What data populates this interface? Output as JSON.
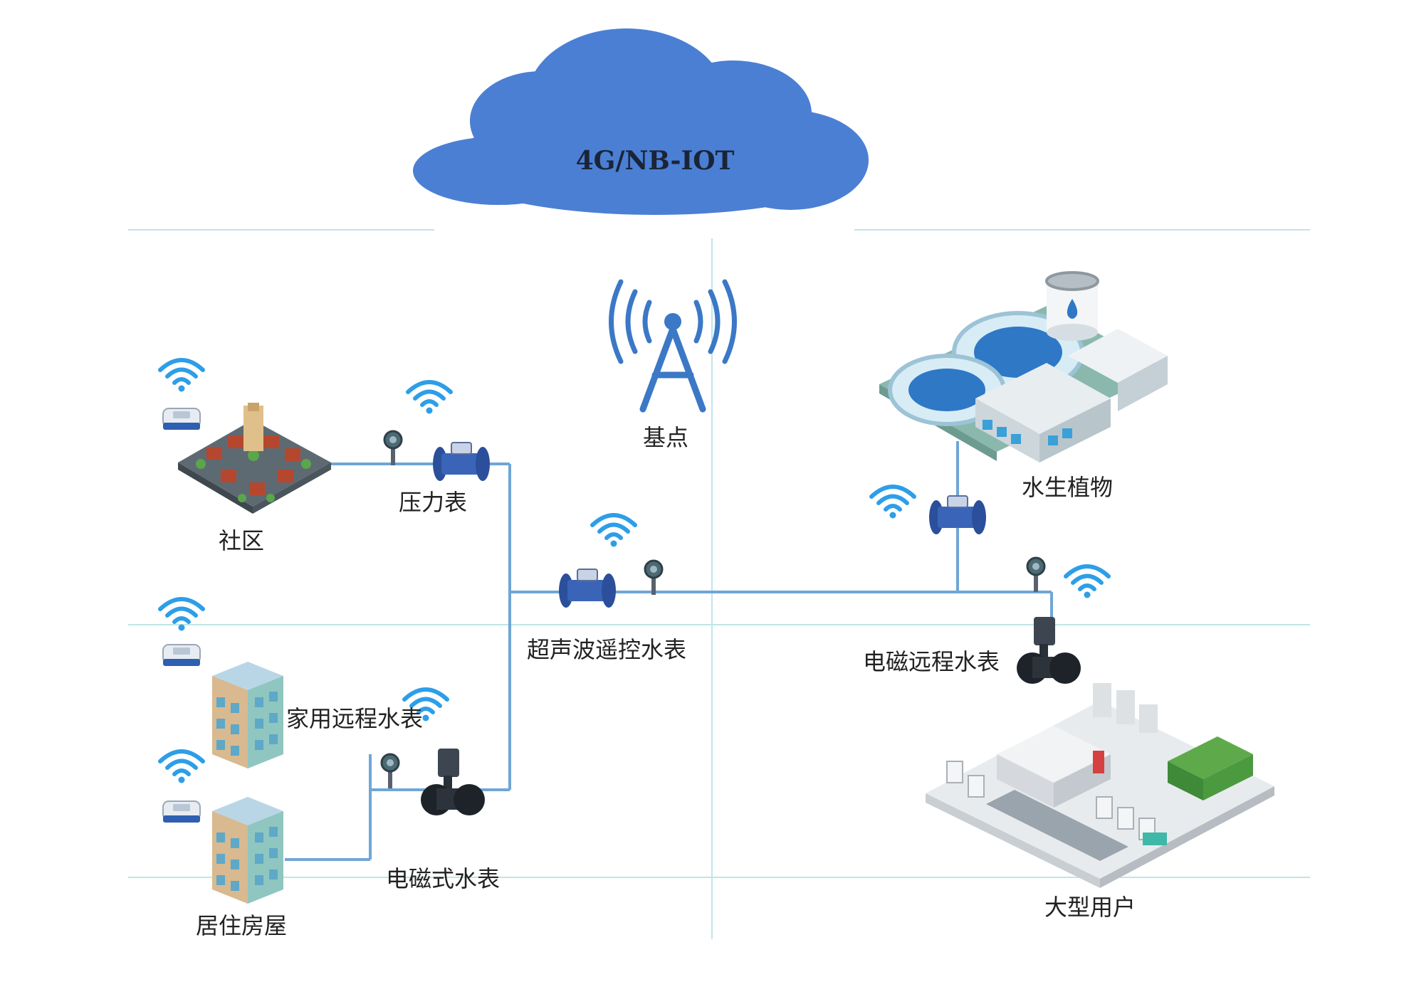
{
  "network": {
    "label": "4G/NB-IOT"
  },
  "labels": {
    "base_station": "基点",
    "community": "社区",
    "pressure_gauge": "压力表",
    "ultrasonic_meter": "超声波遥控水表",
    "aquatic_plant": "水生植物",
    "em_remote_meter": "电磁远程水表",
    "household_meter": "家用远程水表",
    "em_meter": "电磁式水表",
    "residence": "居住房屋",
    "large_user": "大型用户"
  },
  "colors": {
    "cloud": "#4a7fd4",
    "wifi": "#2d9ee8",
    "pipe": "#6fa6d6",
    "grid": "#bfe6e6",
    "tower": "#3b78c6",
    "meter": "#2b4f9a"
  }
}
